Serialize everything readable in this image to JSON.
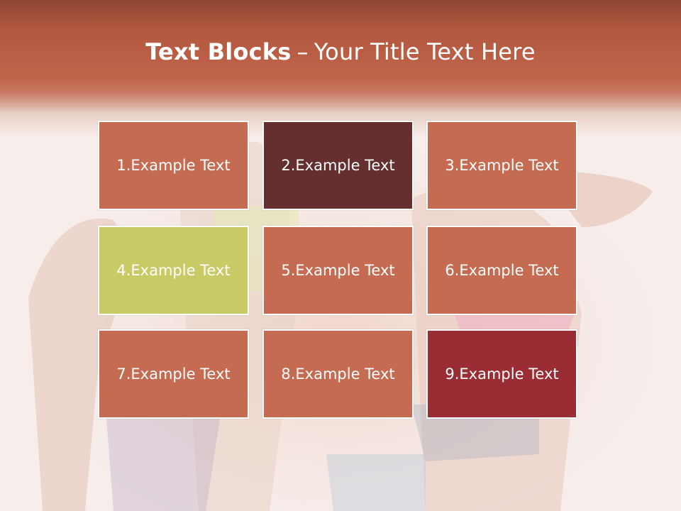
{
  "slide": {
    "title_bold": "Text Blocks",
    "title_sep": "–",
    "title_rest": "Your Title Text Here"
  },
  "blocks": [
    {
      "label": "1.Example Text",
      "color": "#c46b51"
    },
    {
      "label": "2.Example Text",
      "color": "#652e2f"
    },
    {
      "label": "3.Example Text",
      "color": "#c46b51"
    },
    {
      "label": "4.Example Text",
      "color": "#c8ca65"
    },
    {
      "label": "5.Example Text",
      "color": "#c46b51"
    },
    {
      "label": "6.Example Text",
      "color": "#c46b51"
    },
    {
      "label": "7.Example Text",
      "color": "#c46b51"
    },
    {
      "label": "8.Example Text",
      "color": "#c46b51"
    },
    {
      "label": "9.Example Text",
      "color": "#992d33"
    }
  ],
  "colors": {
    "header": "#c0644a",
    "background": "#f7eeec"
  }
}
